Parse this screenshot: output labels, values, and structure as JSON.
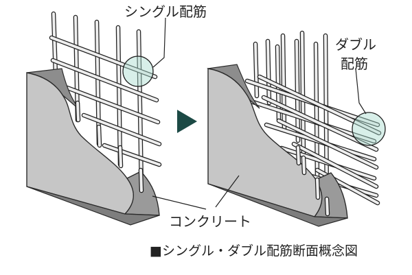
{
  "labels": {
    "single_rebar": "シングル配筋",
    "double_rebar_line1": "ダブル",
    "double_rebar_line2": "配筋",
    "concrete": "コンクリート",
    "caption": "■シングル・ダブル配筋断面概念図"
  },
  "colors": {
    "concrete_face": "#c4c4c4",
    "concrete_side": "#979797",
    "concrete_edge": "#2a2a2a",
    "rebar_fill": "#eeeeee",
    "rebar_outline": "#1f1f1f",
    "highlight_circle": "#9fd4c9",
    "arrow": "#1c4a45",
    "text": "#222222"
  },
  "icons": {
    "transition": "right-triangle-arrow"
  }
}
